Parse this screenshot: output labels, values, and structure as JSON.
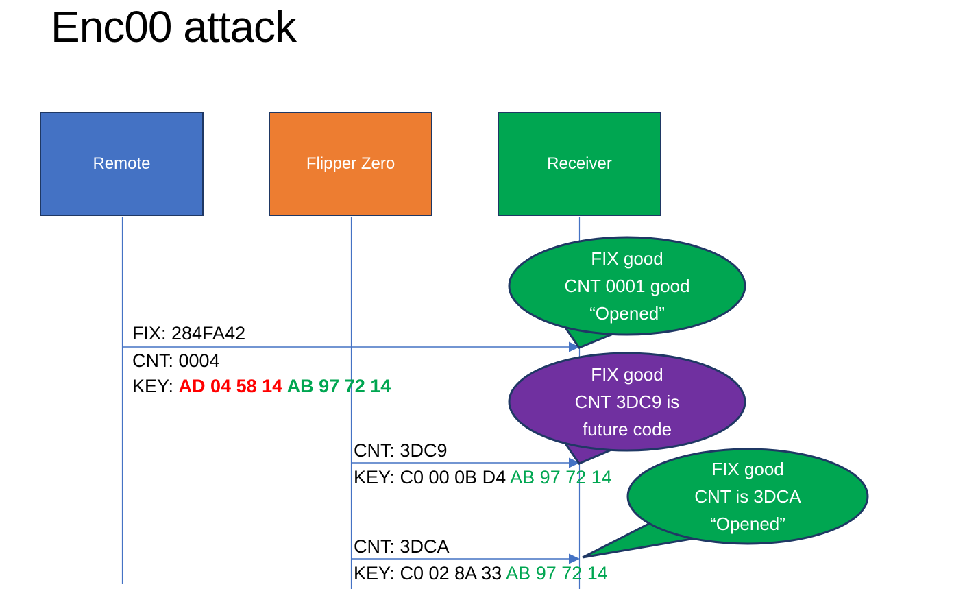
{
  "title": "Enc00 attack",
  "actors": [
    {
      "label": "Remote",
      "fill": "#4472C4"
    },
    {
      "label": "Flipper Zero",
      "fill": "#ED7D31"
    },
    {
      "label": "Receiver",
      "fill": "#00A651"
    }
  ],
  "messages": [
    {
      "from": "Remote",
      "to": "Receiver",
      "above": "FIX: 284FA42",
      "below_line1": "CNT: 0004",
      "key_label": "KEY: ",
      "key_red": "AD 04 58 14 ",
      "key_green": "AB 97 72 14"
    },
    {
      "from": "Flipper Zero",
      "to": "Receiver",
      "above": "CNT: 3DC9",
      "key_label": "KEY: C0 00 0B D4 ",
      "key_green": "AB 97 72 14"
    },
    {
      "from": "Flipper Zero",
      "to": "Receiver",
      "above": "CNT: 3DCA",
      "key_label": "KEY: C0 02 8A 33 ",
      "key_green": "AB 97 72 14"
    }
  ],
  "callouts": [
    {
      "fill": "#00A651",
      "lines": [
        "FIX good",
        "CNT 0001 good",
        "“Opened”"
      ]
    },
    {
      "fill": "#7030A0",
      "lines": [
        "FIX good",
        "CNT 3DC9 is",
        "future code"
      ]
    },
    {
      "fill": "#00A651",
      "lines": [
        "FIX good",
        "CNT is 3DCA",
        "“Opened”"
      ]
    }
  ],
  "colors": {
    "actor_border": "#1F3864",
    "callout_border": "#1F3864",
    "arrow_blue": "#4472C4",
    "key_red": "#FF0000",
    "key_green": "#00A651",
    "callout_text": "#FFFFFF"
  }
}
